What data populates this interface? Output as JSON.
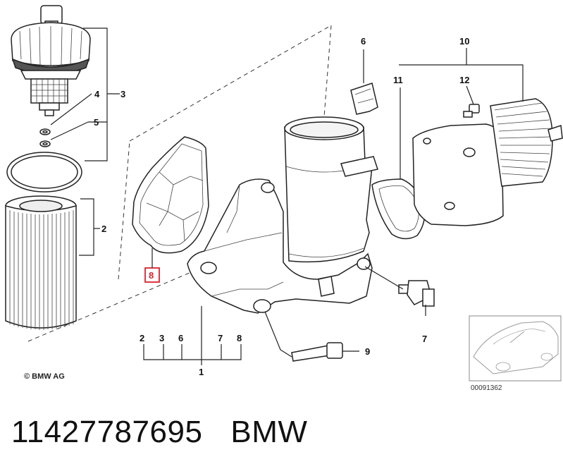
{
  "diagram": {
    "labels": {
      "l1": "1",
      "l2": "2",
      "l3": "3",
      "l4": "4",
      "l5": "5",
      "l6": "6",
      "l7": "7",
      "l8": "8",
      "l9": "9",
      "l10": "10",
      "l11": "11",
      "l12": "12",
      "b2": "2",
      "b3": "3",
      "b6": "6",
      "b7": "7",
      "b8": "8"
    },
    "copyright": "© BMW AG",
    "thumbnail_code": "00091362",
    "highlight_color": "#d9232d"
  },
  "footer": {
    "part_number": "11427787695",
    "brand": "BMW"
  }
}
